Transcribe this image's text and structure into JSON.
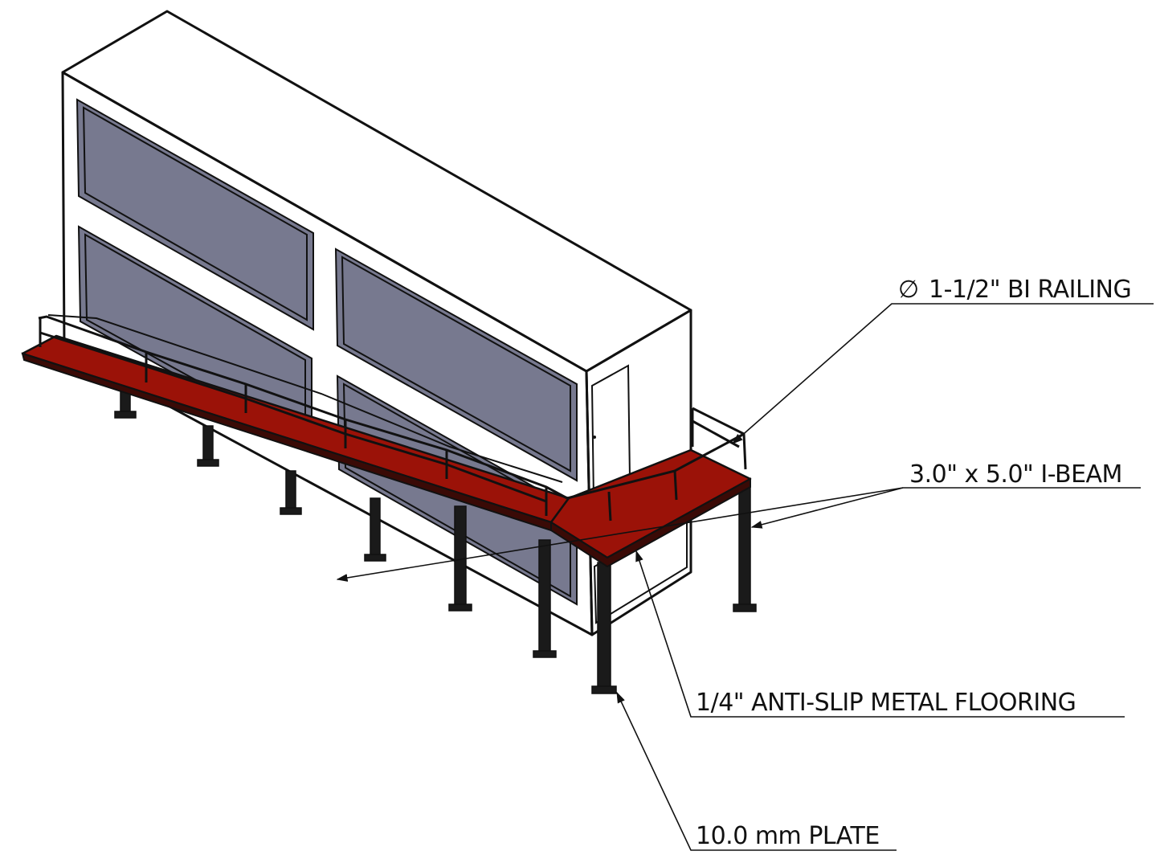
{
  "callouts": {
    "railing": {
      "symbol": "∅",
      "text": "1-1/2\" BI RAILING"
    },
    "ibeam": {
      "text": "3.0\" x 5.0\" I-BEAM"
    },
    "flooring": {
      "text": "1/4\" ANTI-SLIP METAL FLOORING"
    },
    "plate": {
      "text": "10.0 mm PLATE"
    }
  },
  "colors": {
    "container_side": "#7c7e94",
    "container_top": "#979bb0",
    "container_end": "#8a8ca2",
    "deck": "#9b1208",
    "deck_edge": "#6e0c05",
    "steel": "#1a1a1a",
    "line": "#111111"
  }
}
